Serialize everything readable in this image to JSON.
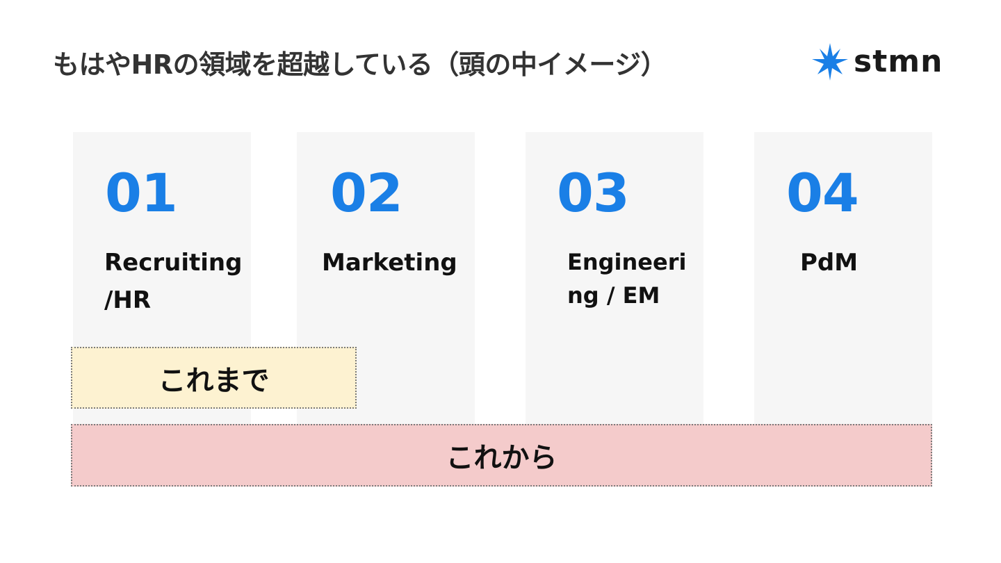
{
  "header": {
    "title": "もはやHRの領域を超越している（頭の中イメージ）",
    "logo_text": "stmn",
    "logo_icon": "star-burst-icon"
  },
  "areas": [
    {
      "number": "01",
      "label_lines": [
        "Recruiting",
        "/HR"
      ]
    },
    {
      "number": "02",
      "label_lines": [
        "Marketing"
      ]
    },
    {
      "number": "03",
      "label_lines": [
        "Engineeri",
        "ng / EM"
      ]
    },
    {
      "number": "04",
      "label_lines": [
        "PdM"
      ]
    }
  ],
  "bands": {
    "past": "これまで",
    "future": "これから"
  },
  "colors": {
    "accent_blue": "#1a7fe6",
    "card_bg": "#f6f6f6",
    "past_band": "#fdf2d1",
    "future_band": "#f4cbcb",
    "title_text": "#333333"
  }
}
